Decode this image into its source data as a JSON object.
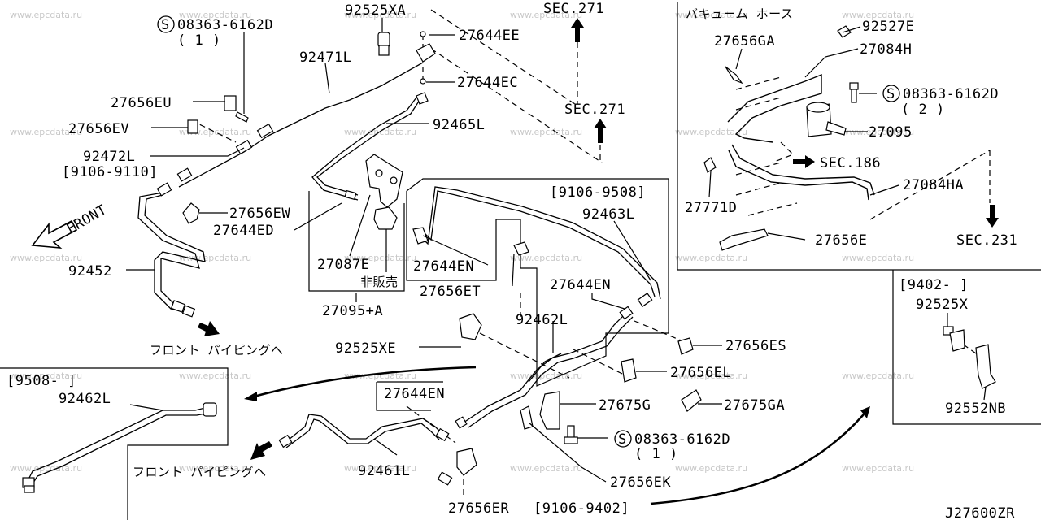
{
  "watermark": "www.epcdata.ru",
  "drawing_code": "J27600ZR",
  "labels": {
    "p92525XA": "92525XA",
    "p27644EE": "27644EE",
    "sec271_top": "SEC.271",
    "bolt_top_code": "08363-6162D",
    "bolt_top_qty": "( 1 )",
    "p92471L": "92471L",
    "p27644EC": "27644EC",
    "p27656EU": "27656EU",
    "p92465L": "92465L",
    "sec271_mid": "SEC.271",
    "p27656EV": "27656EV",
    "p92472L": "92472L",
    "range_9106_9110": "[9106-9110]",
    "front": "FRONT",
    "p27656EW": "27656EW",
    "p27644ED": "27644ED",
    "range_9106_9508": "[9106-9508]",
    "p92463L": "92463L",
    "p92452": "92452",
    "p27644EN_a": "27644EN",
    "p27087E": "27087E",
    "not_for_sale": "非販売",
    "p27656ET": "27656ET",
    "p27644EN_b": "27644EN",
    "p27095A": "27095+A",
    "front_piping_1": "フロント パイピングへ",
    "p92462L": "92462L",
    "p92525XE": "92525XE",
    "p27656ES": "27656ES",
    "p27656EL": "27656EL",
    "range_9508": "[9508-   ]",
    "p92462L_b": "92462L",
    "p27644EN_c": "27644EN",
    "p27675G": "27675G",
    "p27675GA": "27675GA",
    "bolt_bot_code": "08363-6162D",
    "bolt_bot_qty": "( 1 )",
    "front_piping_2": "フロント パイピングへ",
    "p92461L": "92461L",
    "p27656EK": "27656EK",
    "p27656ER": "27656ER",
    "range_9106_9402": "[9106-9402]",
    "vacuum_hose": "バキューム ホース",
    "p92527E": "92527E",
    "p27656GA": "27656GA",
    "p27084H": "27084H",
    "bolt_right_code": "08363-6162D",
    "bolt_right_qty": "( 2 )",
    "p27095": "27095",
    "sec186": "SEC.186",
    "p27771D": "27771D",
    "p27084HA": "27084HA",
    "p27656E": "27656E",
    "sec231": "SEC.231",
    "range_9402": "[9402-     ]",
    "p92525X": "92525X",
    "p92552NB": "92552NB"
  },
  "symbol_letter": "S"
}
